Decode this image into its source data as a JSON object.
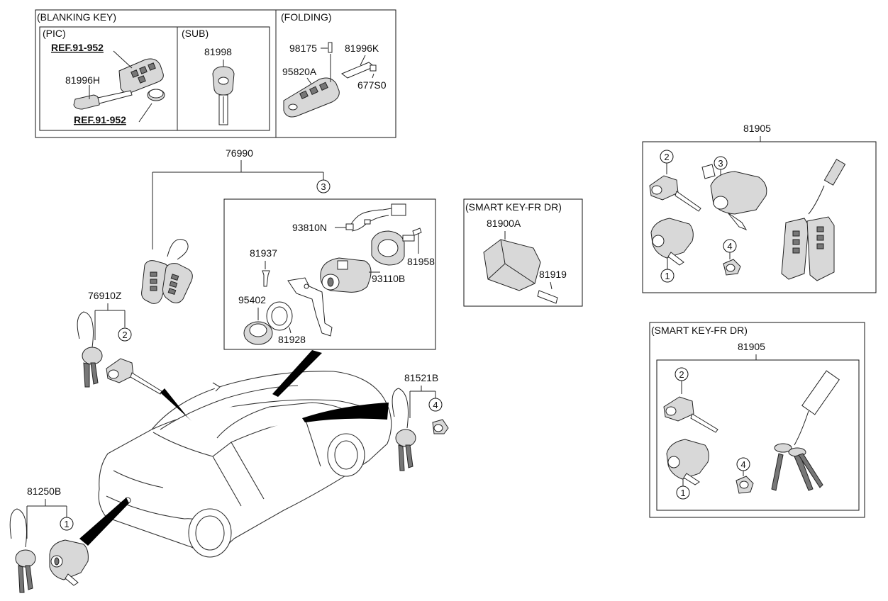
{
  "sections": {
    "blanking_key": "(BLANKING KEY)",
    "pic": "(PIC)",
    "sub": "(SUB)",
    "folding": "(FOLDING)",
    "smart_key_fr_dr_1": "(SMART KEY-FR DR)",
    "smart_key_fr_dr_2": "(SMART KEY-FR DR)"
  },
  "refs": {
    "ref_top": "REF.91-952",
    "ref_bottom": "REF.91-952"
  },
  "parts": {
    "p81996H": "81996H",
    "p81998": "81998",
    "p98175": "98175",
    "p81996K": "81996K",
    "p95820A": "95820A",
    "p677S0": "677S0",
    "p76990": "76990",
    "p93810N": "93810N",
    "p81937": "81937",
    "p81958": "81958",
    "p93110B": "93110B",
    "p95402": "95402",
    "p81928": "81928",
    "p81900A": "81900A",
    "p81919": "81919",
    "p76910Z": "76910Z",
    "p81521B": "81521B",
    "p81250B": "81250B",
    "p81905_a": "81905",
    "p81905_b": "81905"
  },
  "callouts": {
    "c1": "1",
    "c2": "2",
    "c3": "3",
    "c4": "4"
  }
}
